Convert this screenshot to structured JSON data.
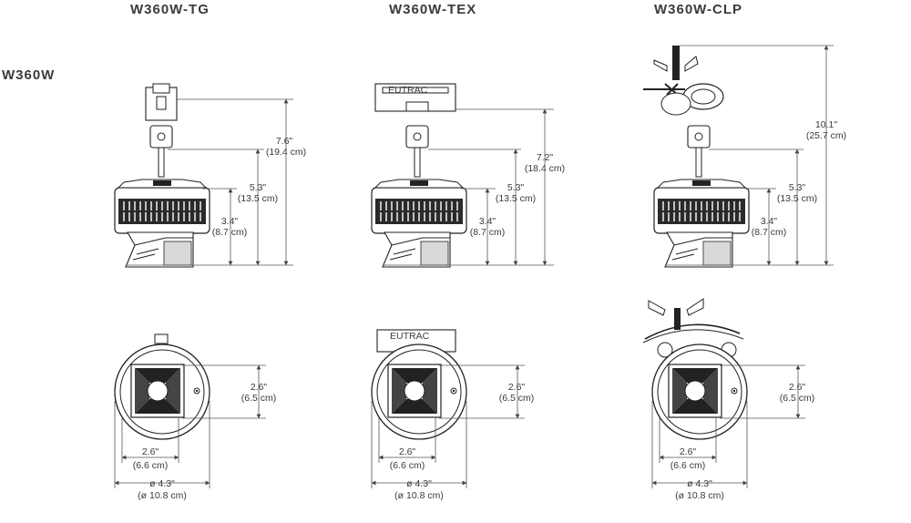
{
  "header": {
    "tg_title": "W360W-TG",
    "tex_title": "W360W-TEX",
    "clp_title": "W360W-CLP"
  },
  "family_label": "W360W",
  "adapter_label": "EUTRAC",
  "dims": {
    "overall_tg": "7.6\"",
    "overall_tg_cm": "(19.4 cm)",
    "overall_tex": "7.2\"",
    "overall_tex_cm": "(18.4 cm)",
    "overall_clp": "10.1\"",
    "overall_clp_cm": "(25.7 cm)",
    "stem": "5.3\"",
    "stem_cm": "(13.5 cm)",
    "body": "3.4\"",
    "body_cm": "(8.7 cm)",
    "aperture_h": "2.6\"",
    "aperture_h_cm": "(6.5 cm)",
    "aperture_w": "2.6\"",
    "aperture_w_cm": "(6.6 cm)",
    "diameter": "ø 4.3\"",
    "diameter_cm": "(ø 10.8 cm)"
  },
  "colors": {
    "ink": "#3a3a3a",
    "dim_line": "#555555",
    "dark": "#1a1a1a"
  }
}
